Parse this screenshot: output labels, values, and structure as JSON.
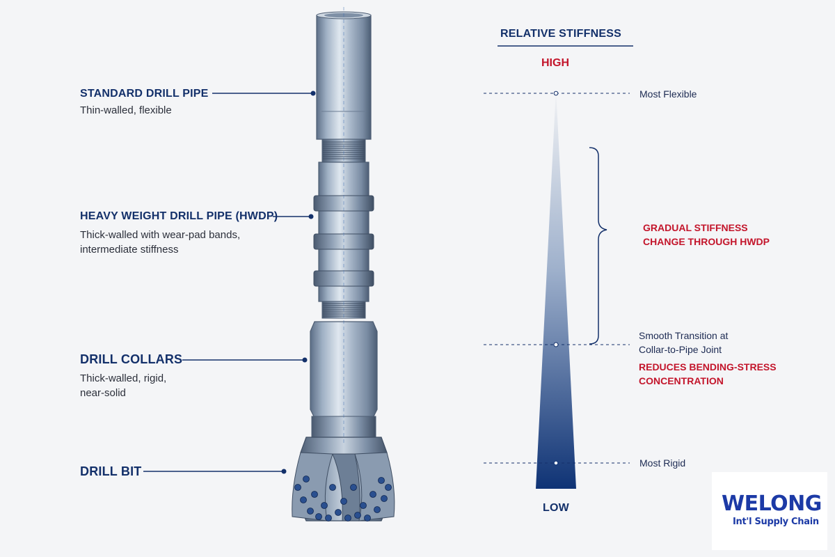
{
  "components": {
    "drill_pipe": {
      "title": "STANDARD DRILL PIPE",
      "sub1": "Thin-walled, flexible"
    },
    "hwdp": {
      "title": "HEAVY WEIGHT DRILL PIPE (HWDP)",
      "sub1": "Thick-walled with wear-pad bands,",
      "sub2": "intermediate stiffness"
    },
    "drill_collars": {
      "title": "DRILL COLLARS",
      "sub1": "Thick-walled, rigid,",
      "sub2": "near-solid"
    },
    "drill_bit": {
      "title": "DRILL BIT"
    }
  },
  "stiffness": {
    "heading": "RELATIVE STIFFNESS",
    "high": "HIGH",
    "low": "LOW",
    "most_flexible": "Most Flexible",
    "gradual_1": "GRADUAL STIFFNESS",
    "gradual_2": "CHANGE THROUGH HWDP",
    "smooth_1": "Smooth Transition at",
    "smooth_2": "Collar-to-Pipe Joint",
    "reduces_1": "REDUCES BENDING-STRESS",
    "reduces_2": "CONCENTRATION",
    "most_rigid": "Most Rigid"
  },
  "logo": {
    "name": "WELONG",
    "tagline": "Int'l Supply Chain"
  },
  "colors": {
    "navy": "#13306a",
    "red": "#c3152b",
    "steel": "#8d9fb5"
  }
}
